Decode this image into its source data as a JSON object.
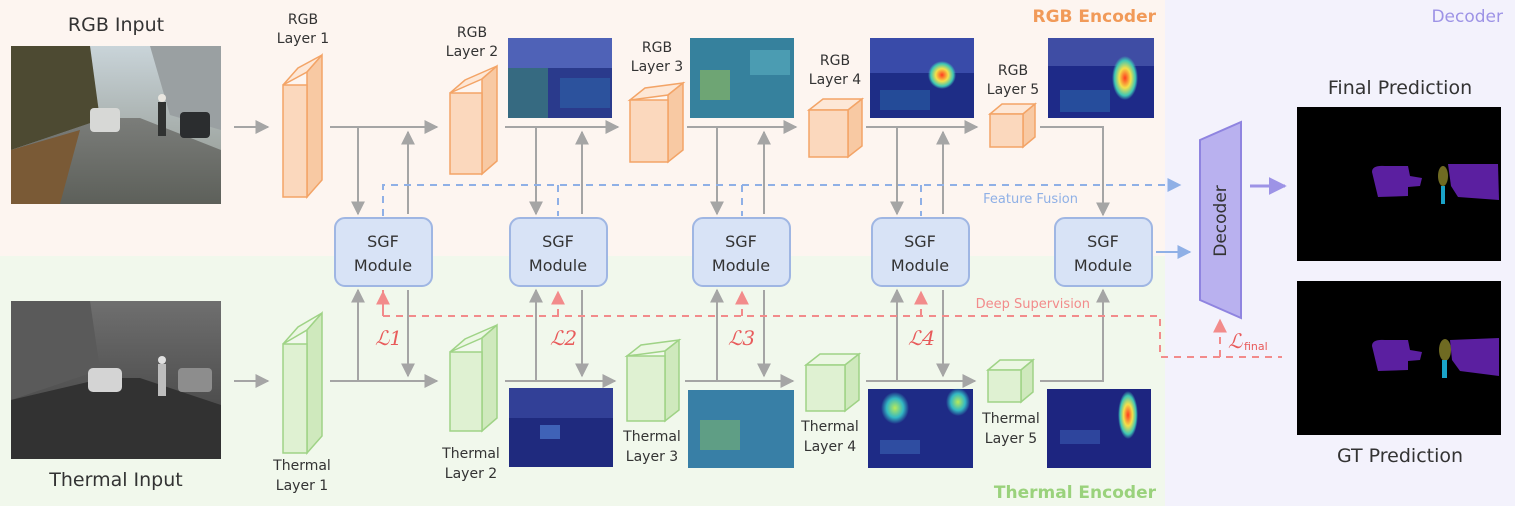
{
  "regions": {
    "rgb_encoder": "RGB Encoder",
    "thermal_encoder": "Thermal Encoder",
    "decoder": "Decoder"
  },
  "inputs": {
    "rgb": "RGB Input",
    "thermal": "Thermal Input"
  },
  "rgb_layers": [
    {
      "line1": "RGB",
      "line2": "Layer 1"
    },
    {
      "line1": "RGB",
      "line2": "Layer 2"
    },
    {
      "line1": "RGB",
      "line2": "Layer 3"
    },
    {
      "line1": "RGB",
      "line2": "Layer 4"
    },
    {
      "line1": "RGB",
      "line2": "Layer 5"
    }
  ],
  "thermal_layers": [
    {
      "line1": "Thermal",
      "line2": "Layer 1"
    },
    {
      "line1": "Thermal",
      "line2": "Layer 2"
    },
    {
      "line1": "Thermal",
      "line2": "Layer 3"
    },
    {
      "line1": "Thermal",
      "line2": "Layer 4"
    },
    {
      "line1": "Thermal",
      "line2": "Layer 5"
    }
  ],
  "sgf": {
    "line1": "SGF",
    "line2": "Module"
  },
  "losses": [
    "ℒ1",
    "ℒ2",
    "ℒ3",
    "ℒ4"
  ],
  "loss_final": {
    "symbol": "ℒ",
    "subscript": "final"
  },
  "feature_fusion": "Feature Fusion",
  "deep_supervision": "Deep Supervision",
  "decoder_block": "Decoder",
  "outputs": {
    "final": "Final Prediction",
    "gt": "GT Prediction"
  },
  "colors": {
    "rgb_bg": "#fdf5f0",
    "thermal_bg": "#f1f8ec",
    "decoder_bg": "#f3f2fc",
    "rgb_block": "#fbd8bd",
    "rgb_block_stroke": "#f3a467",
    "thermal_block": "#dff1d2",
    "thermal_block_stroke": "#9fd386",
    "sgf_fill": "#d8e3f6",
    "sgf_stroke": "#9fb6e3",
    "decoder_fill": "#b9b1ef",
    "decoder_stroke": "#8f84e0",
    "rgb_title": "#f19a59",
    "thermal_title": "#9ad27c",
    "decoder_title": "#9d93e6",
    "fusion": "#8fb0e6",
    "supervision": "#f28b8b"
  }
}
